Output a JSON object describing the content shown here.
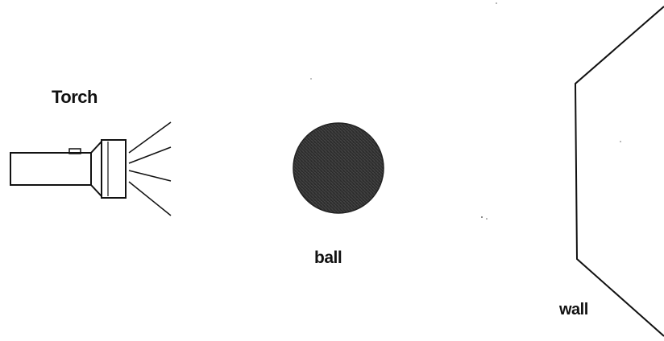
{
  "labels": {
    "torch": "Torch",
    "ball": "ball",
    "wall": "wall"
  },
  "colors": {
    "ink": "#111111",
    "ball_fill": "#2a2a2a",
    "background": "#ffffff"
  }
}
